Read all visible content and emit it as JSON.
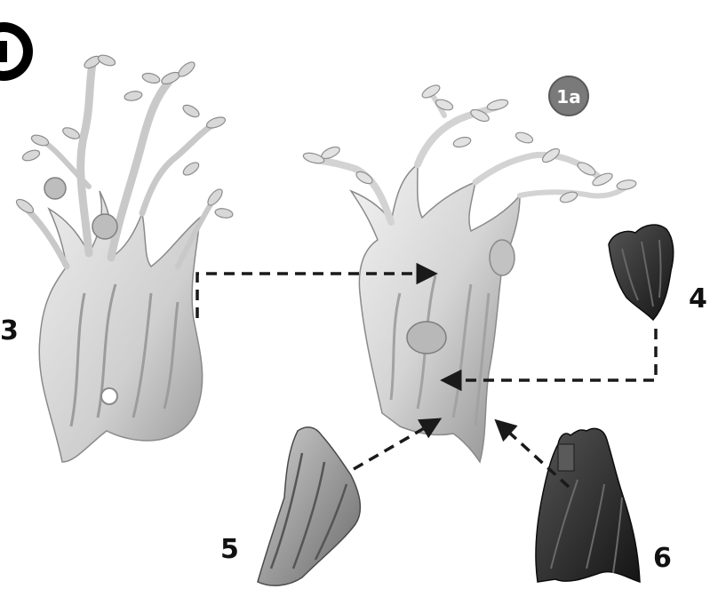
{
  "step_badge": {
    "label": ""
  },
  "assembled_badge": {
    "label": "1a"
  },
  "parts": [
    {
      "id": "part-3",
      "label": "3"
    },
    {
      "id": "part-4",
      "label": "4"
    },
    {
      "id": "part-5",
      "label": "5"
    },
    {
      "id": "part-6",
      "label": "6"
    }
  ],
  "colors": {
    "light_part": "#d6d6d6",
    "light_part_shade": "#9a9a9a",
    "dark_part": "#2e2e2e",
    "dark_part_shade": "#111111",
    "arrow": "#1a1a1a",
    "badge_fill": "#7a7a7a",
    "step_badge_fill": "#000000"
  }
}
